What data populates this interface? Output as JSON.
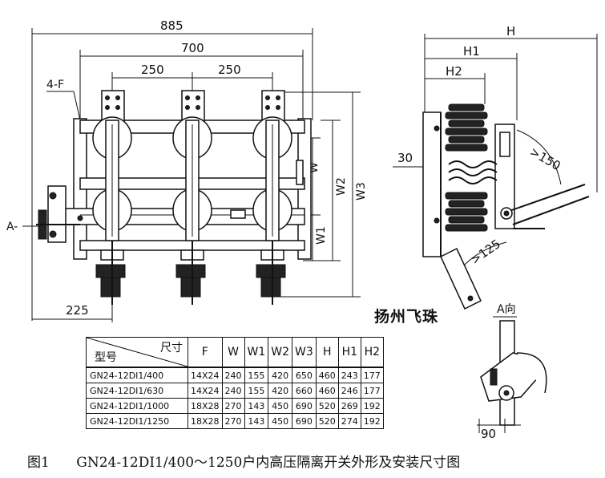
{
  "dimensions": {
    "d885": "885",
    "d700": "700",
    "d250a": "250",
    "d250b": "250",
    "d225": "225",
    "w": "W",
    "w1": "W1",
    "w2": "W2",
    "w3": "W3",
    "h": "H",
    "h1": "H1",
    "h2": "H2",
    "d30": "30",
    "d150": ">150",
    "d125": ">125",
    "d90": "90",
    "f_label": "4-F",
    "a_arrow": "A-",
    "a_view": "A向"
  },
  "brand": "扬州飞珠",
  "table": {
    "corner_top": "尺寸",
    "corner_bottom": "型号",
    "headers": [
      "F",
      "W",
      "W1",
      "W2",
      "W3",
      "H",
      "H1",
      "H2"
    ],
    "rows": [
      {
        "model": "GN24-12DI1/400",
        "values": [
          "14X24",
          "240",
          "155",
          "420",
          "650",
          "460",
          "243",
          "177"
        ]
      },
      {
        "model": "GN24-12DI1/630",
        "values": [
          "14X24",
          "240",
          "155",
          "420",
          "660",
          "460",
          "246",
          "177"
        ]
      },
      {
        "model": "GN24-12DI1/1000",
        "values": [
          "18X28",
          "270",
          "143",
          "450",
          "690",
          "520",
          "269",
          "192"
        ]
      },
      {
        "model": "GN24-12DI1/1250",
        "values": [
          "18X28",
          "270",
          "143",
          "450",
          "690",
          "520",
          "274",
          "192"
        ]
      }
    ]
  },
  "caption": {
    "figure": "图1",
    "text": "GN24-12DⅠ1/400～1250户内高压隔离开关外形及安装尺寸图"
  }
}
